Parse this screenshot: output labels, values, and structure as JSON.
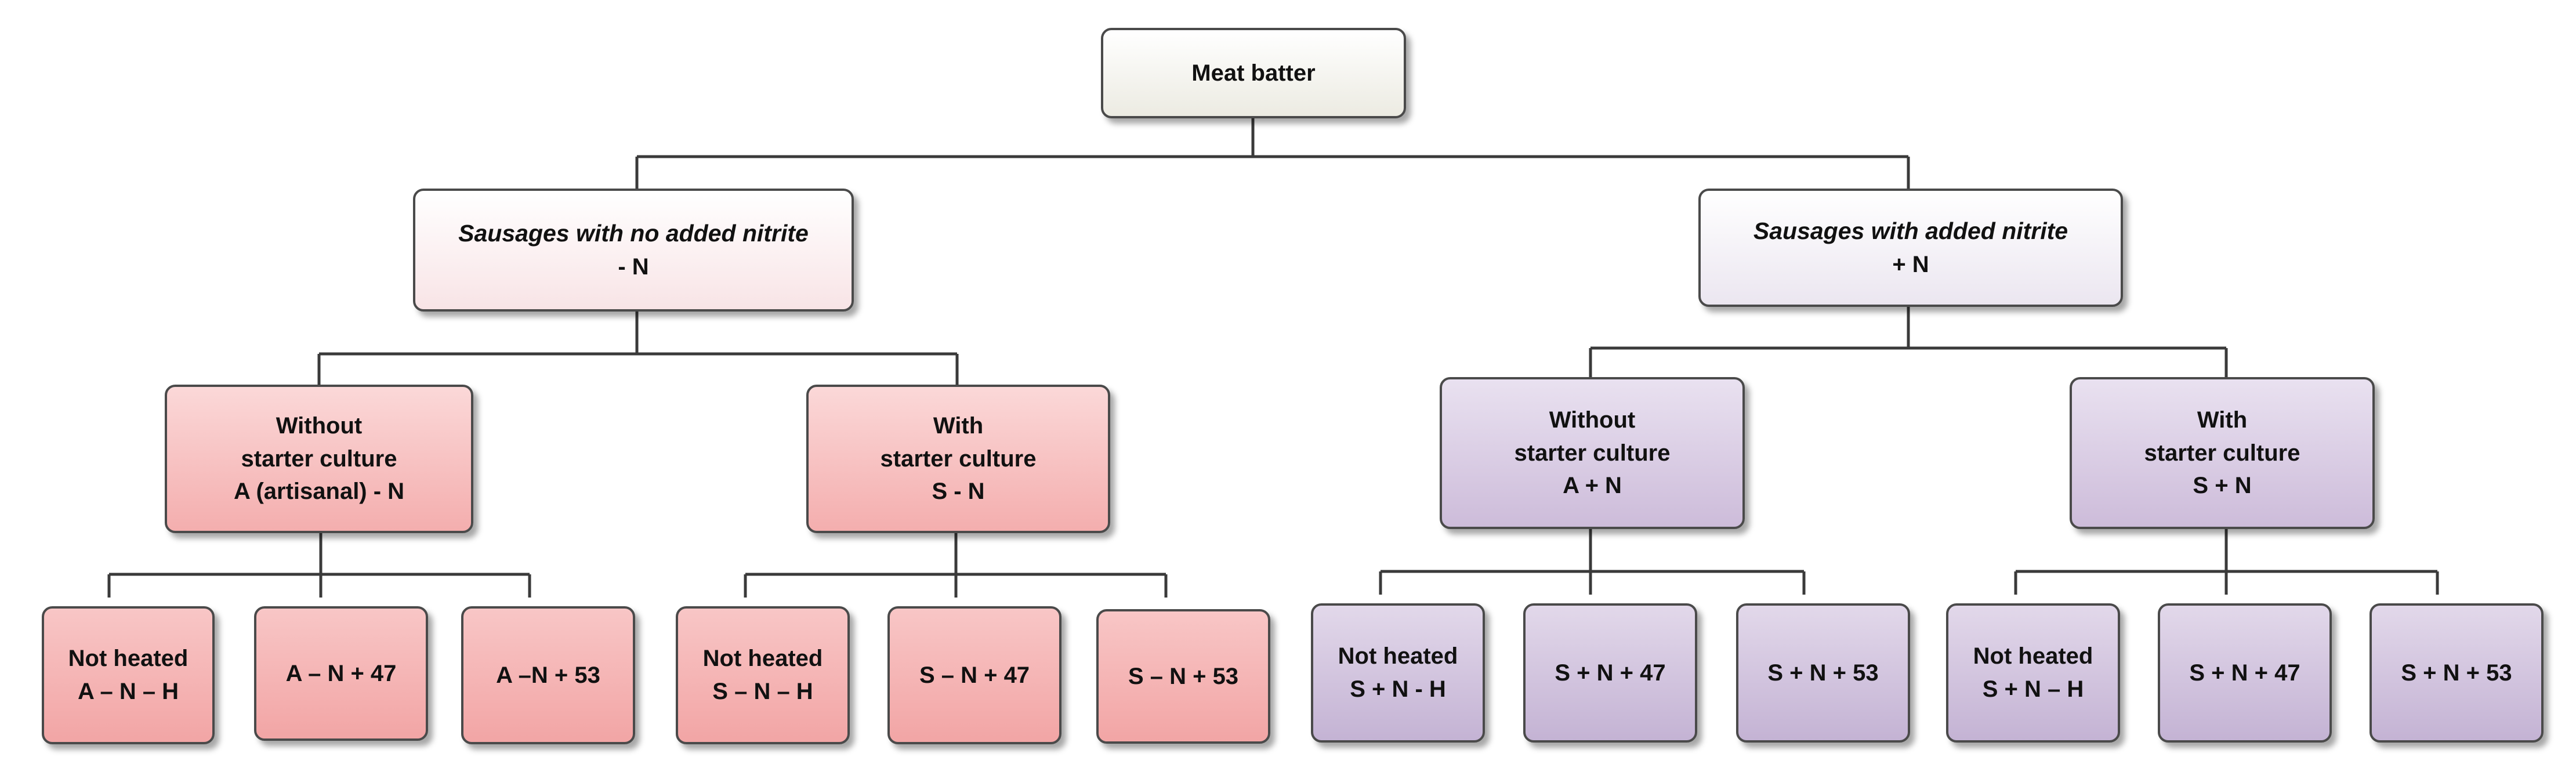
{
  "root": {
    "label": "Meat batter"
  },
  "no_nitrite": {
    "title": "Sausages with  no added nitrite",
    "code": "- N",
    "without": {
      "lines": [
        "Without",
        "starter culture",
        "A (artisanal) - N"
      ]
    },
    "with": {
      "lines": [
        "With",
        "starter culture",
        "S - N"
      ]
    },
    "leaves_without": [
      {
        "lines": [
          "Not heated",
          "A – N – H"
        ]
      },
      {
        "lines": [
          "A – N + 47"
        ]
      },
      {
        "lines": [
          "A –N + 53"
        ]
      }
    ],
    "leaves_with": [
      {
        "lines": [
          "Not heated",
          "S – N – H"
        ]
      },
      {
        "lines": [
          "S – N + 47"
        ]
      },
      {
        "lines": [
          "S – N + 53"
        ]
      }
    ]
  },
  "added_nitrite": {
    "title": "Sausages with added nitrite",
    "code": "+ N",
    "without": {
      "lines": [
        "Without",
        "starter culture",
        "A + N"
      ]
    },
    "with": {
      "lines": [
        "With",
        "starter culture",
        "S + N"
      ]
    },
    "leaves_without": [
      {
        "lines": [
          "Not heated",
          "S  + N - H"
        ]
      },
      {
        "lines": [
          "S + N + 47"
        ]
      },
      {
        "lines": [
          "S + N  + 53"
        ]
      }
    ],
    "leaves_with": [
      {
        "lines": [
          "Not heated",
          "S + N – H"
        ]
      },
      {
        "lines": [
          "S + N + 47"
        ]
      },
      {
        "lines": [
          "S + N + 53"
        ]
      }
    ]
  },
  "colors": {
    "connector": "#3a3a3a",
    "no_nitrite_fill": "#f4aeae",
    "added_nitrite_fill": "#cdbcda"
  }
}
